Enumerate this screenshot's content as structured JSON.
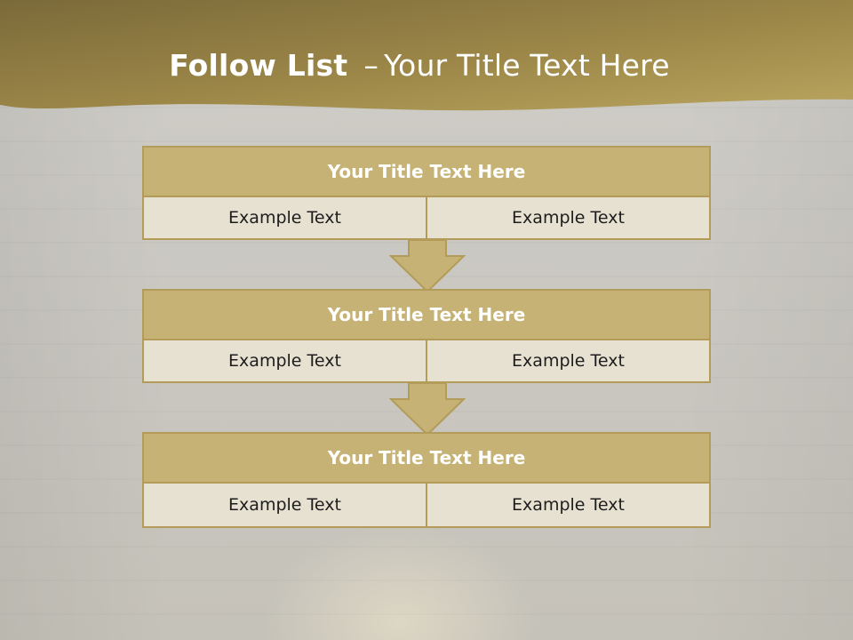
{
  "slide": {
    "title_bold": "Follow List",
    "title_sep": "–",
    "title_rest": "Your Title Text Here"
  },
  "blocks": [
    {
      "title": "Your Title Text Here",
      "left": "Example Text",
      "right": "Example Text"
    },
    {
      "title": "Your Title Text Here",
      "left": "Example Text",
      "right": "Example Text"
    },
    {
      "title": "Your Title Text Here",
      "left": "Example Text",
      "right": "Example Text"
    }
  ],
  "colors": {
    "header_dark": "#7b6a3a",
    "header_light": "#b9a55f",
    "block_head": "#c6b274",
    "block_cell": "#e7e1d1",
    "border": "#b39c5a"
  },
  "icons": {
    "connector": "down-arrow-icon"
  }
}
